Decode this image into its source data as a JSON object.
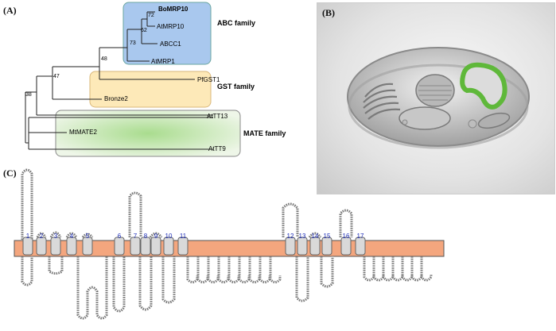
{
  "panel_a": {
    "label": "(A)",
    "families": [
      "ABC family",
      "GST family",
      "MATE family"
    ],
    "taxa": [
      "BoMRP10",
      "AtMRP10",
      "ABCC1",
      "AtMRP1",
      "PfGST1",
      "Bronze2",
      "AtTT13",
      "MtMATE2",
      "AtTT9"
    ],
    "bootstrap": [
      "72",
      "62",
      "73",
      "48",
      "47",
      "38"
    ],
    "scale": "1",
    "colors": {
      "abc": "#a9c8ee",
      "gst": "#fde9b8",
      "mate": "#c9e6bc"
    }
  },
  "panel_b": {
    "label": "(B)",
    "highlight_color": "#5fb83a"
  },
  "panel_c": {
    "label": "(C)",
    "tm_helices": [
      "1",
      "2",
      "3",
      "4",
      "5",
      "6",
      "7",
      "8",
      "9",
      "10",
      "11",
      "12",
      "13",
      "14",
      "15",
      "16",
      "17"
    ],
    "membrane_color": "#f4a67e",
    "number_color": "#1f2fb8"
  }
}
